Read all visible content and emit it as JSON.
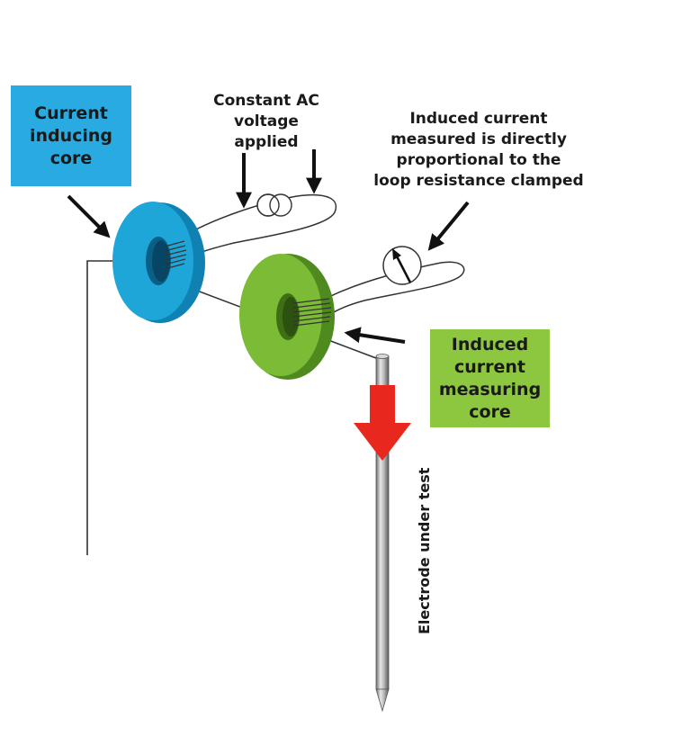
{
  "labels": {
    "inducing_core": "Current\ninducing\ncore",
    "measuring_core": "Induced\ncurrent\nmeasuring\ncore",
    "voltage_note": "Constant AC\nvoltage\napplied",
    "induced_note": "Induced current\nmeasured is directly\nproportional to the\nloop resistance clamped",
    "electrode": "Electrode under test"
  },
  "colors": {
    "inducing_box": "#29abe2",
    "measuring_box": "#8dc63f",
    "inducing_core": "#1ea6d8",
    "measuring_core": "#7cbb35",
    "current_arrow": "#e8281f",
    "wire": "#333333"
  },
  "icons": {
    "voltage_source": "ac-voltage-source-icon",
    "ammeter": "ammeter-icon"
  }
}
